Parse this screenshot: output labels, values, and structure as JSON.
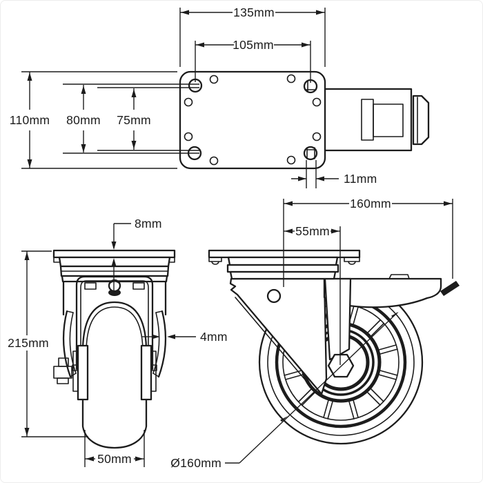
{
  "canvas": {
    "background": "#ffffff",
    "line_color": "#1c1c1c"
  },
  "drawing": {
    "subject": "swivel caster wheel with brake - dimensional drawing",
    "views": {
      "top_view": {
        "dims": {
          "plate_width": "135mm",
          "hole_spacing_x": "105mm",
          "plate_depth": "110mm",
          "hole_spacing_y": "80mm",
          "hole_spacing_y_alt": "75mm",
          "slot_width": "11mm"
        }
      },
      "front_view": {
        "dims": {
          "plate_thickness": "8mm",
          "overall_height": "215mm",
          "fork_thickness": "4mm",
          "wheel_width": "50mm"
        }
      },
      "side_view": {
        "dims": {
          "overall_length": "160mm",
          "swivel_offset": "55mm",
          "wheel_diameter": "Ø160mm"
        }
      }
    }
  }
}
